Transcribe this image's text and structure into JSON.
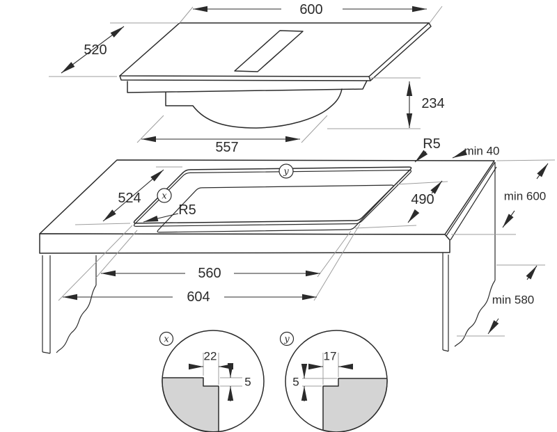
{
  "figure_type": "hob-installation-dimension-diagram",
  "top": {
    "width": "600",
    "depth": "520",
    "height": "234",
    "body_width": "557"
  },
  "worktop": {
    "cutout_depth": "524",
    "inner_depth": "490",
    "radius_left": "R5",
    "radius_right": "R5",
    "back_clearance": "min 40",
    "counter_depth": "min 600",
    "inner_width": "560",
    "cutout_width": "604",
    "niche_height": "min 580",
    "marker_x": "x",
    "marker_y": "y"
  },
  "details": {
    "x": {
      "label": "x",
      "width": "22",
      "depth": "5"
    },
    "y": {
      "label": "y",
      "width": "17",
      "depth": "5"
    }
  },
  "colors": {
    "line": "#2b2b2b",
    "extension_line": "#9e9e9e",
    "section_fill": "#d4d4d4",
    "background": "#ffffff"
  }
}
